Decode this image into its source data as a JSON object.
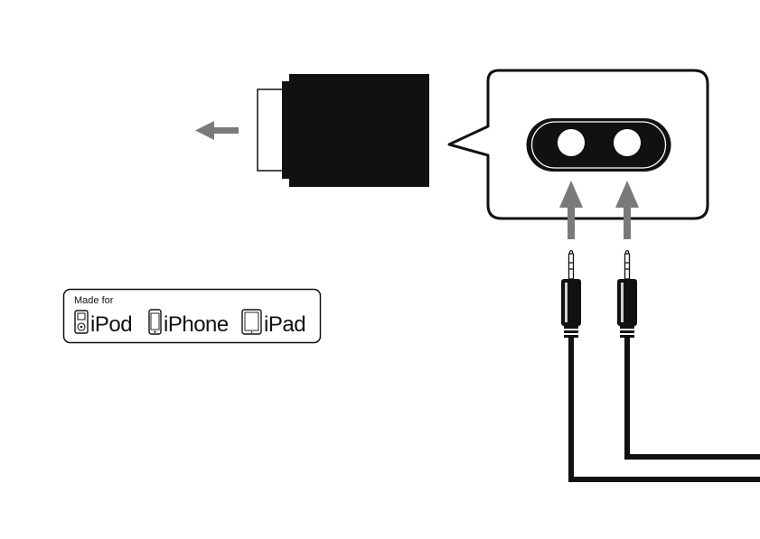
{
  "badge": {
    "made_for": "Made for",
    "products": [
      {
        "name": "iPod",
        "icon": "ipod-icon"
      },
      {
        "name": "iPhone",
        "icon": "iphone-icon"
      },
      {
        "name": "iPad",
        "icon": "ipad-icon"
      }
    ]
  },
  "colors": {
    "ink": "#111111",
    "arrow": "#7a7a7a",
    "plug_sheen": "#cfcfcf",
    "background": "#ffffff"
  },
  "components": {
    "adapter": "dock-adapter",
    "callout": "jack-callout",
    "jacks": [
      "jack-left",
      "jack-right"
    ],
    "cables": [
      "audio-cable-left",
      "audio-cable-right"
    ]
  }
}
